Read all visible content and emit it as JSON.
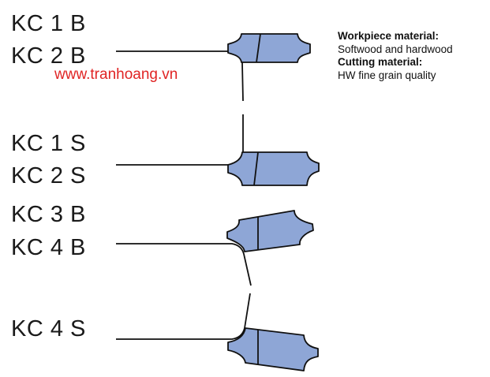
{
  "labels": {
    "kc1b": "KC 1 B",
    "kc2b": "KC 2 B",
    "kc1s": "KC 1 S",
    "kc2s": "KC 2 S",
    "kc3b": "KC 3 B",
    "kc4b": "KC 4 B",
    "kc4s": "KC 4 S"
  },
  "watermark": "www.tranhoang.vn",
  "info": {
    "workpiece_heading": "Workpiece material:",
    "workpiece_value": "Softwood and hardwood",
    "cutting_heading": "Cutting material:",
    "cutting_value": "HW fine grain quality"
  },
  "colors": {
    "knife_fill": "#8ea6d6",
    "line": "#111111",
    "watermark": "#e02424"
  }
}
